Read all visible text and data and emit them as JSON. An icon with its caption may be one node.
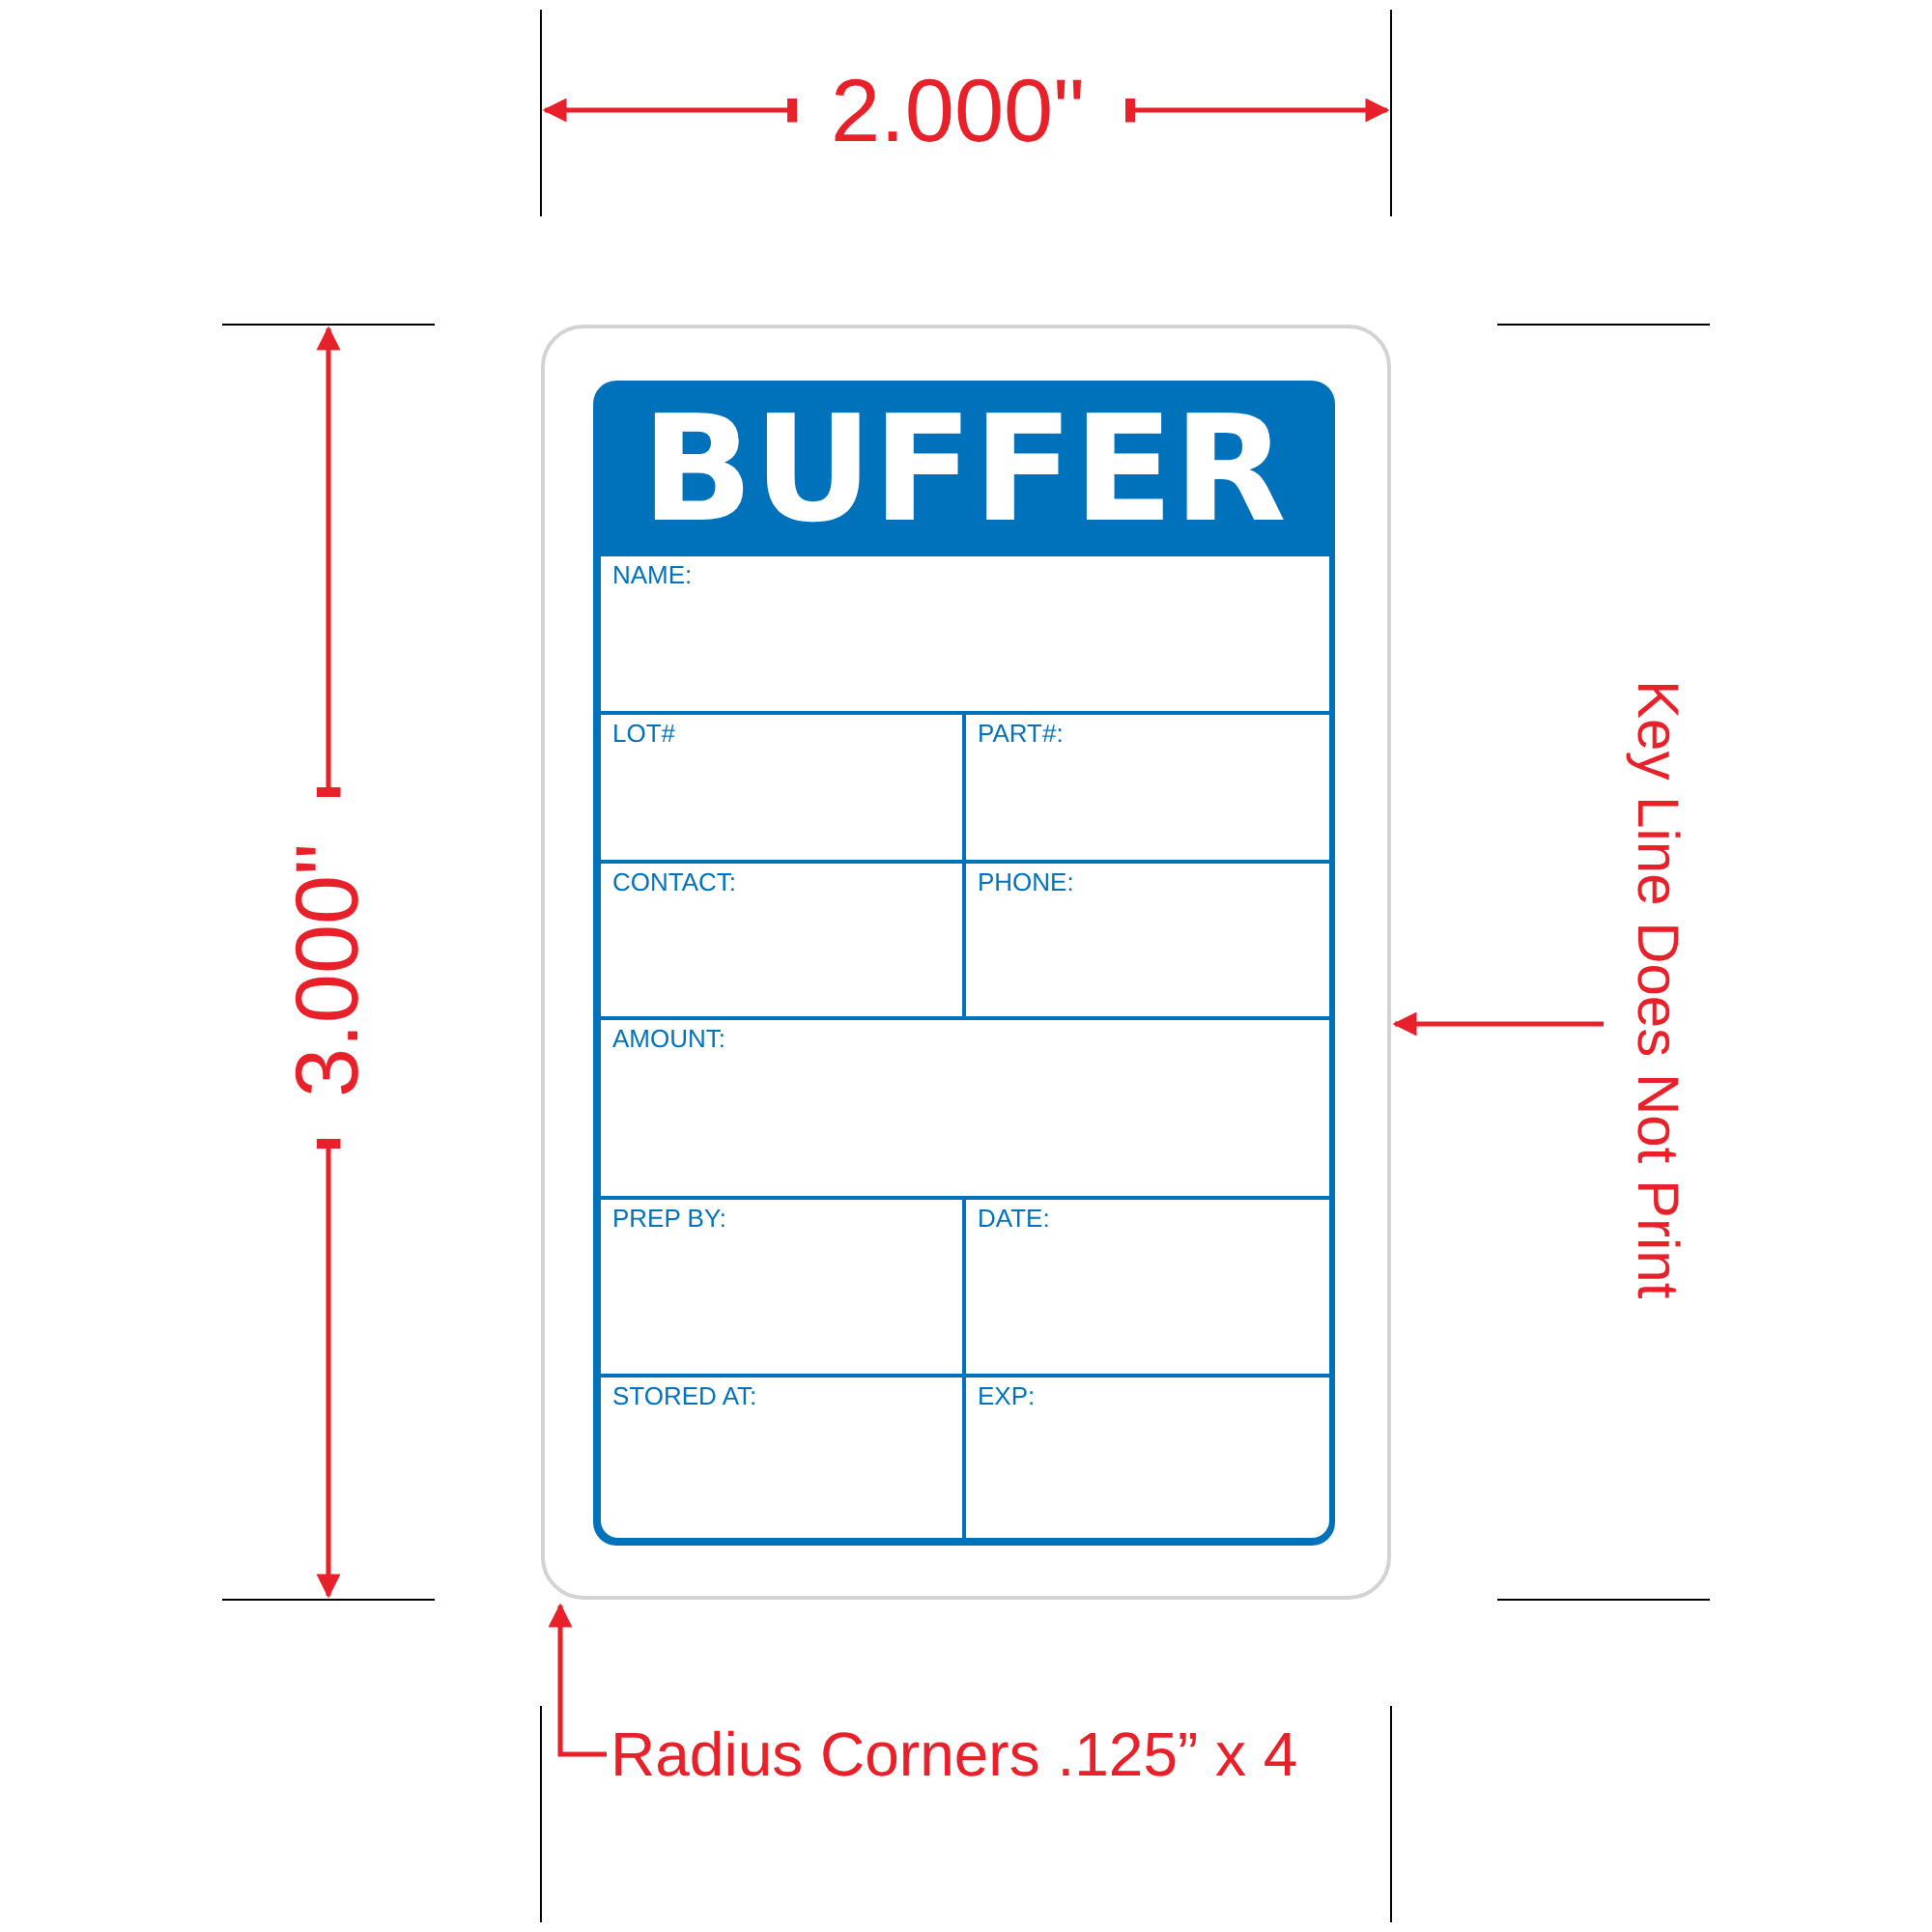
{
  "diagram": {
    "nodes": [
      {
        "text": [],
        "shape": "box"
      },
      {
        "text": [
          "BUFFER"
        ],
        "in": 0
      },
      {
        "text": [
          "NAME:"
        ],
        "in": 1
      },
      {
        "text": [
          "LOT#"
        ],
        "in": 1
      },
      {
        "text": [
          "PART#:"
        ],
        "in": 1
      },
      {
        "text": [
          "CONTACT:"
        ],
        "in": 1
      },
      {
        "text": [
          "PHONE:"
        ],
        "in": 1
      },
      {
        "text": [
          "AMOUNT:"
        ],
        "in": 1
      },
      {
        "text": [
          "PREP BY:"
        ],
        "in": 1
      },
      {
        "text": [
          "DATE:"
        ],
        "in": 1
      },
      {
        "text": [
          "STORED AT:"
        ],
        "in": 1
      },
      {
        "text": [
          "EXP:"
        ],
        "in": 1
      },
      {
        "text": [
          "Key Line Does Not Print"
        ]
      },
      {
        "text": [
          "Radius Corners .125” x 4"
        ]
      }
    ],
    "edges": [
      {
        "from": 12,
        "to": 0,
        "arrow": "to"
      },
      {
        "from": 13,
        "to": 0,
        "arrow": "to"
      }
    ],
    "labels": [
      "2.000\"",
      "3.000\""
    ]
  }
}
